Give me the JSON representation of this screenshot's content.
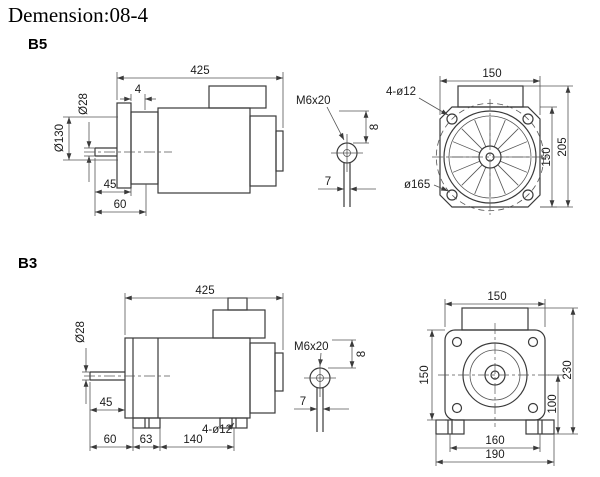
{
  "title": "Demension:08-4",
  "colors": {
    "ink": "#3a3a3a",
    "background": "#ffffff"
  },
  "b5": {
    "label": "B5",
    "side": {
      "length": "425",
      "flange_offset": "4",
      "shaft_dia": "Ø28",
      "pilot_dia": "Ø130",
      "shaft_len": "45",
      "dim60": "60"
    },
    "detail": {
      "thread": "M6x20",
      "dim8": "8",
      "dim7": "7"
    },
    "front": {
      "width": "150",
      "holes": "4-ø12",
      "height": "150",
      "total_height": "205",
      "bolt_circle": "ø165"
    }
  },
  "b3": {
    "label": "B3",
    "side": {
      "length": "425",
      "shaft_dia": "Ø28",
      "shaft_len": "45",
      "dim60": "60",
      "dim63": "63",
      "dim140": "140",
      "holes": "4-ø12"
    },
    "detail": {
      "thread": "M6x20",
      "dim8": "8",
      "dim7": "7"
    },
    "front": {
      "width": "150",
      "height": "150",
      "total_height": "230",
      "dim100": "100",
      "dim160": "160",
      "dim190": "190"
    }
  }
}
